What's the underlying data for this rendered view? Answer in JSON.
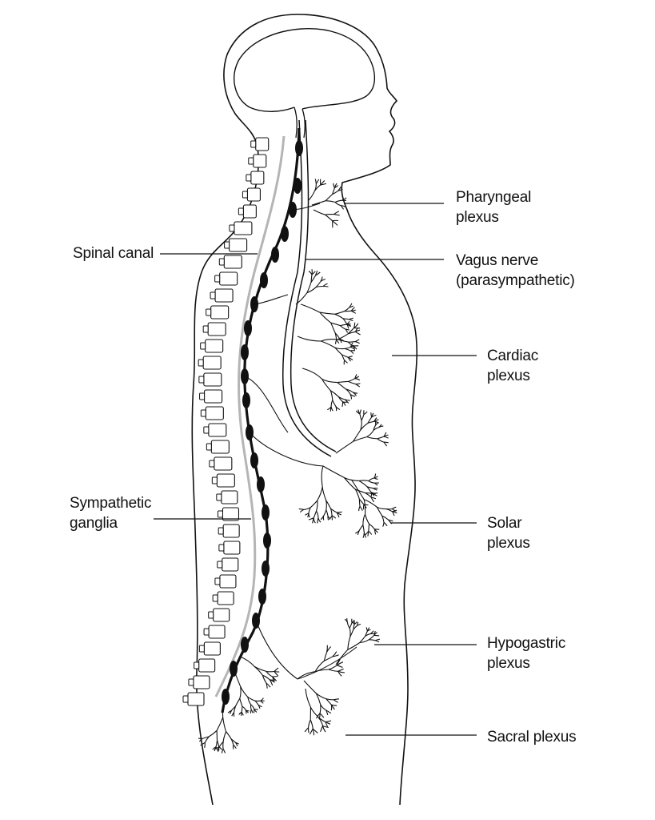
{
  "colors": {
    "outline": "#111111",
    "spine": "#111111",
    "canal": "#b5b5b5",
    "background": "#ffffff"
  },
  "labels": {
    "spinal_canal": [
      "Spinal canal"
    ],
    "sympathetic_ganglia": [
      "Sympathetic",
      "ganglia"
    ],
    "pharyngeal_plexus": [
      "Pharyngeal",
      "plexus"
    ],
    "vagus_nerve": [
      "Vagus nerve",
      "(parasympathetic)"
    ],
    "cardiac_plexus": [
      "Cardiac",
      "plexus"
    ],
    "solar_plexus": [
      "Solar",
      "plexus"
    ],
    "hypogastric_plexus": [
      "Hypogastric",
      "plexus"
    ],
    "sacral_plexus": [
      "Sacral plexus"
    ]
  }
}
